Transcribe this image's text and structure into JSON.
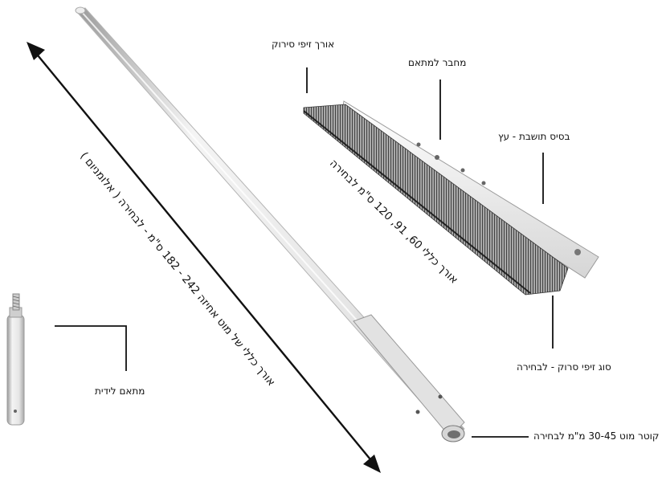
{
  "labels": {
    "bristle_length": "אורך זיפי סירוק",
    "adapter_connector": "מחבר למתאם",
    "base_material": "בסיס תושבת - עץ",
    "bristle_type": "סוג זיפי סרוק - לבחירה",
    "pole_diameter": "קוטר מוט 30-45 מ\"מ לבחירה",
    "handle_adapter": "מתאם לידית",
    "brush_length": "אורך כללי 60, 91, 120 ס\"מ לבחירה",
    "pole_length": "אורך כללי של מוט אחיזה 242 - 182 ס\"מ - לבחירה ( אלומניום )"
  }
}
